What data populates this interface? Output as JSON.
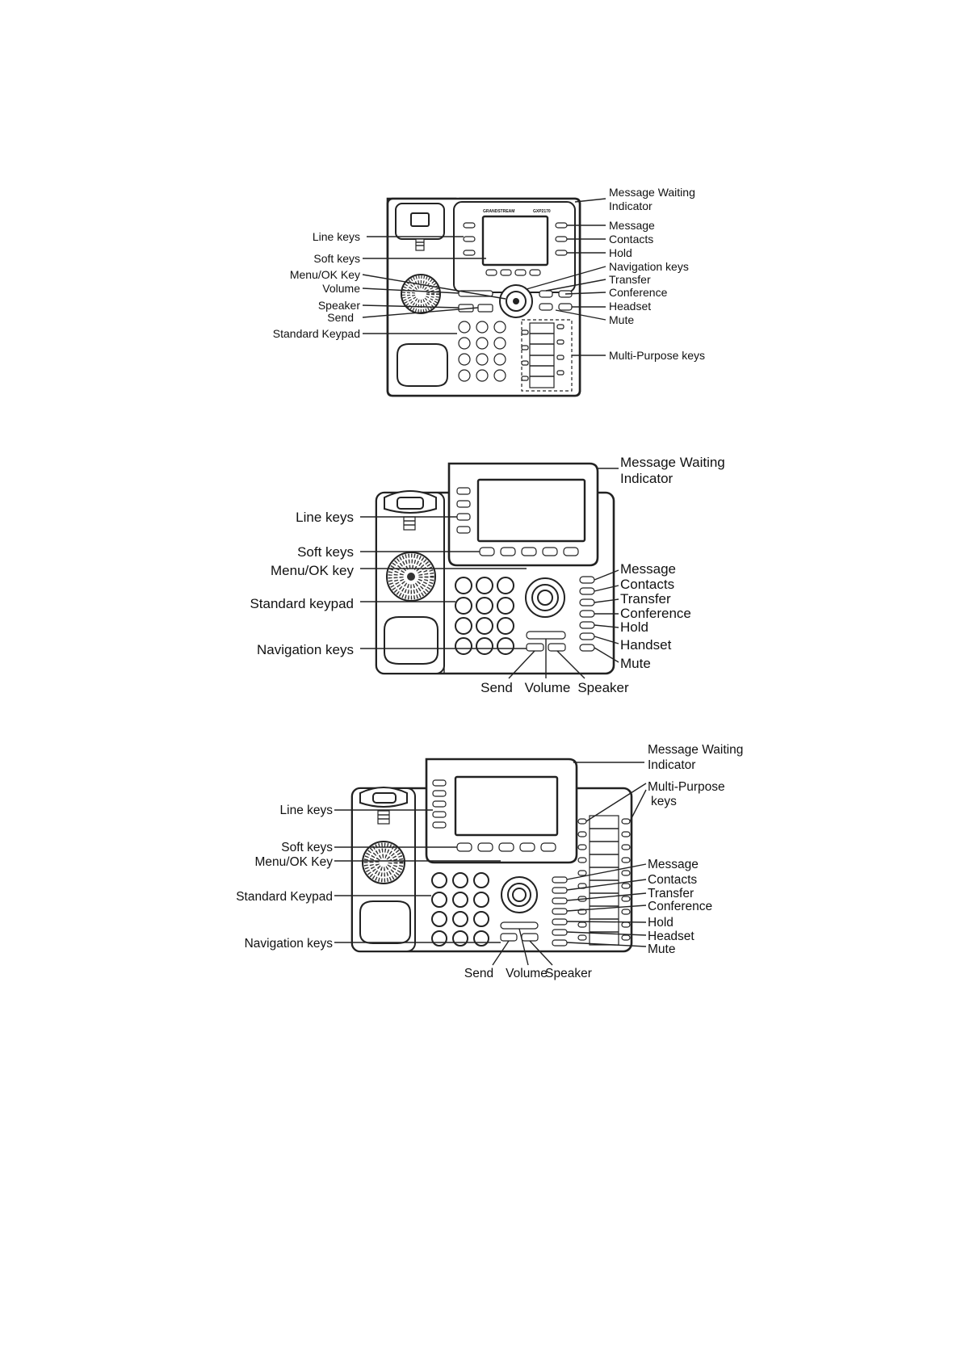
{
  "diagrams": [
    {
      "brand": "GRANDSTREAM",
      "model": "GXP2170",
      "labels": {
        "line_keys": "Line keys",
        "soft_keys": "Soft keys",
        "menu_ok": "Menu/OK Key",
        "volume": "Volume",
        "speaker": "Speaker",
        "send": "Send",
        "keypad": "Standard Keypad",
        "mwi_1": "Message Waiting",
        "mwi_2": "Indicator",
        "message": "Message",
        "contacts": "Contacts",
        "hold": "Hold",
        "navigation": "Navigation keys",
        "transfer": "Transfer",
        "conference": "Conference",
        "headset": "Headset",
        "mute": "Mute",
        "mpk": "Multi-Purpose keys"
      }
    },
    {
      "labels": {
        "mwi_1": "Message Waiting",
        "mwi_2": "Indicator",
        "line_keys": "Line keys",
        "soft_keys": "Soft keys",
        "menu_ok": "Menu/OK key",
        "keypad": "Standard keypad",
        "navigation": "Navigation keys",
        "message": "Message",
        "contacts": "Contacts",
        "transfer": "Transfer",
        "conference": "Conference",
        "hold": "Hold",
        "handset": "Handset",
        "mute": "Mute",
        "send": "Send",
        "volume": "Volume",
        "speaker": "Speaker"
      }
    },
    {
      "labels": {
        "mwi_1": "Message Waiting",
        "mwi_2": "Indicator",
        "mpk_1": "Multi-Purpose",
        "mpk_2": "keys",
        "line_keys": "Line keys",
        "soft_keys": "Soft keys",
        "menu_ok": "Menu/OK Key",
        "keypad": "Standard Keypad",
        "navigation": "Navigation keys",
        "message": "Message",
        "contacts": "Contacts",
        "transfer": "Transfer",
        "conference": "Conference",
        "hold": "Hold",
        "headset": "Headset",
        "mute": "Mute",
        "send": "Send",
        "volume": "Volume",
        "speaker": "Speaker"
      }
    }
  ]
}
